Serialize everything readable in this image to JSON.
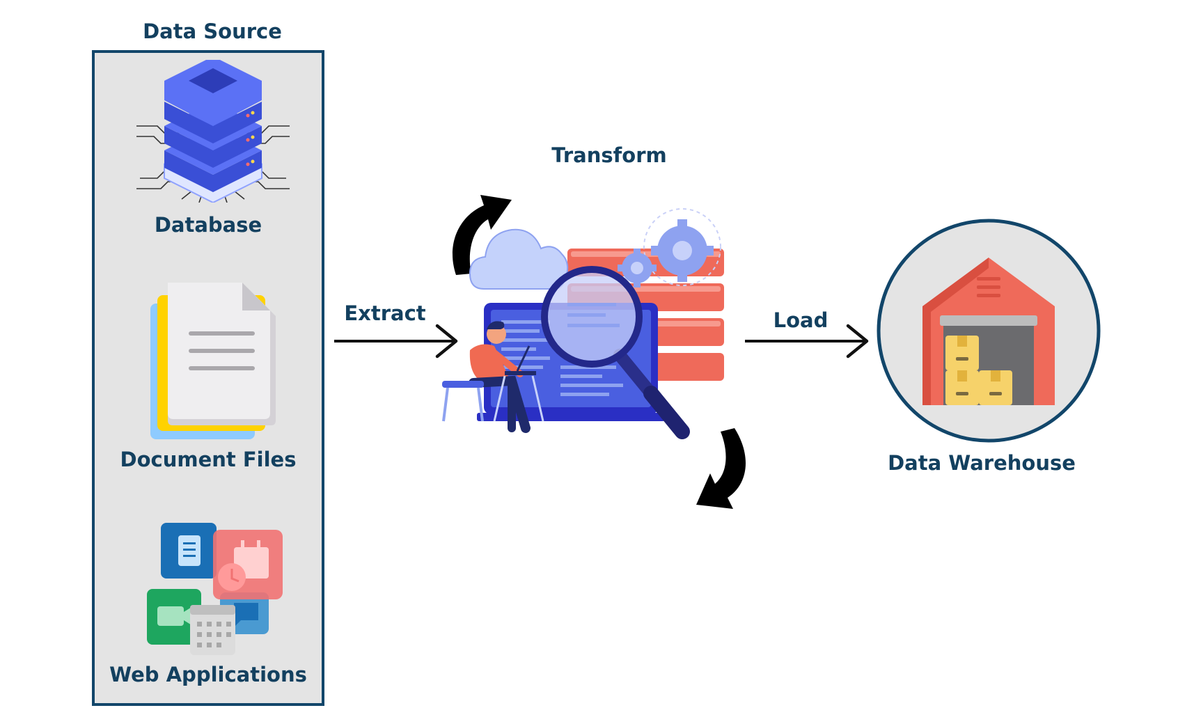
{
  "source": {
    "title": "Data Source",
    "items": [
      {
        "label": "Database",
        "icon": "database-server-icon"
      },
      {
        "label": "Document Files",
        "icon": "document-files-icon"
      },
      {
        "label": "Web Applications",
        "icon": "web-apps-icon"
      }
    ]
  },
  "steps": {
    "extract": "Extract",
    "transform": "Transform",
    "load": "Load"
  },
  "target": {
    "label": "Data Warehouse",
    "icon": "warehouse-icon"
  },
  "colors": {
    "text": "#13405f",
    "box_border": "#12466a",
    "box_fill": "#e4e4e4",
    "circle_border": "#12466a",
    "accent_blue": "#4a5fe0",
    "accent_red": "#ef6a5a"
  }
}
